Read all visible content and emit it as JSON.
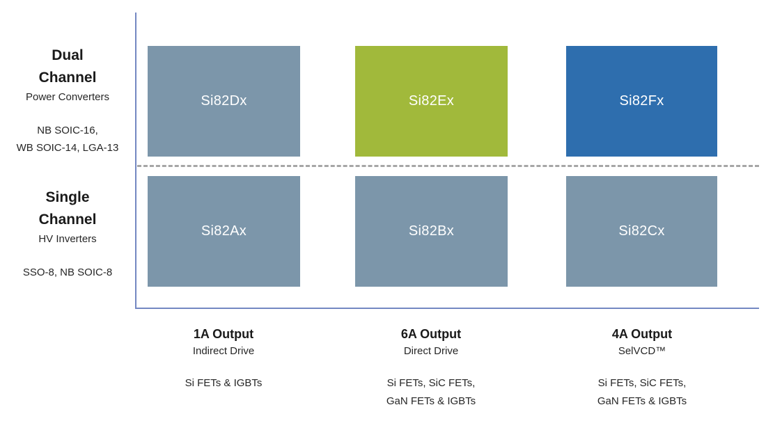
{
  "diagram": {
    "row_groups": [
      {
        "title": "Dual\nChannel",
        "subtitle": "Power Converters",
        "packages": "NB SOIC-16,\nWB SOIC-14, LGA-13"
      },
      {
        "title": "Single\nChannel",
        "subtitle": "HV Inverters",
        "packages": "SSO-8, NB SOIC-8"
      }
    ],
    "cells": [
      {
        "label": "Si82Dx",
        "color": "#7c96aa"
      },
      {
        "label": "Si82Ex",
        "color": "#a1b93b"
      },
      {
        "label": "Si82Fx",
        "color": "#2e6eae"
      },
      {
        "label": "Si82Ax",
        "color": "#7c96aa"
      },
      {
        "label": "Si82Bx",
        "color": "#7c96aa"
      },
      {
        "label": "Si82Cx",
        "color": "#7c96aa"
      }
    ],
    "columns": [
      {
        "title": "1A Output",
        "subtitle": "Indirect Drive",
        "devices": "Si FETs & IGBTs"
      },
      {
        "title": "6A Output",
        "subtitle": "Direct Drive",
        "devices": "Si FETs, SiC FETs,\nGaN FETs & IGBTs"
      },
      {
        "title": "4A Output",
        "subtitle": "SelVCD™",
        "devices": "Si FETs, SiC FETs,\nGaN FETs & IGBTs"
      }
    ],
    "colors": {
      "axis": "#7387c2",
      "divider": "#a6a6a6"
    }
  }
}
